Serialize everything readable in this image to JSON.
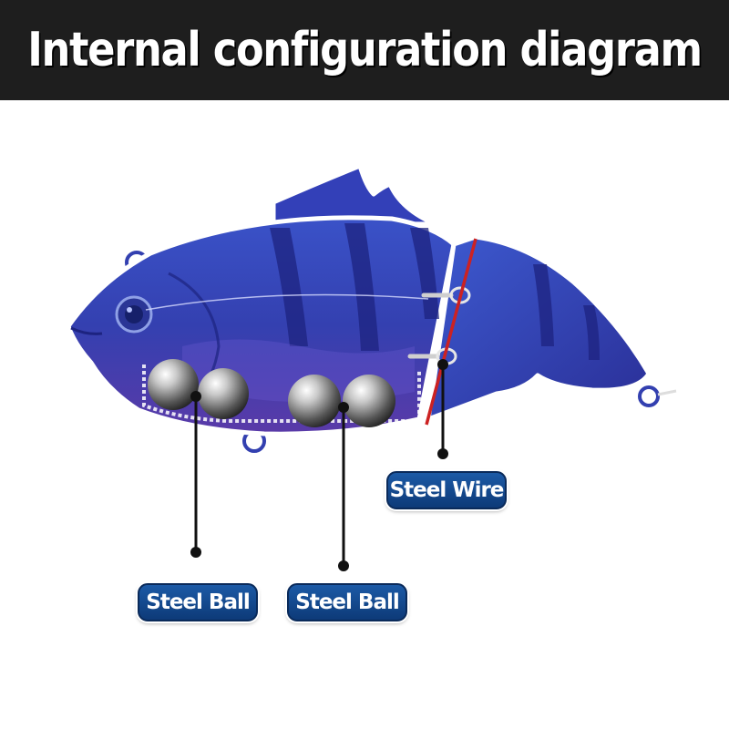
{
  "header": {
    "title": "Internal configuration diagram"
  },
  "labels": {
    "steel_wire": "Steel Wire",
    "steel_ball_left": "Steel Ball",
    "steel_ball_right": "Steel Ball"
  },
  "colors": {
    "header_bg": "#1e1e1e",
    "body_blue": "#2c3aa8",
    "stripe_dark": "#1d2380",
    "wire_red": "#cc2222",
    "badge_blue": "#0d3a78"
  }
}
